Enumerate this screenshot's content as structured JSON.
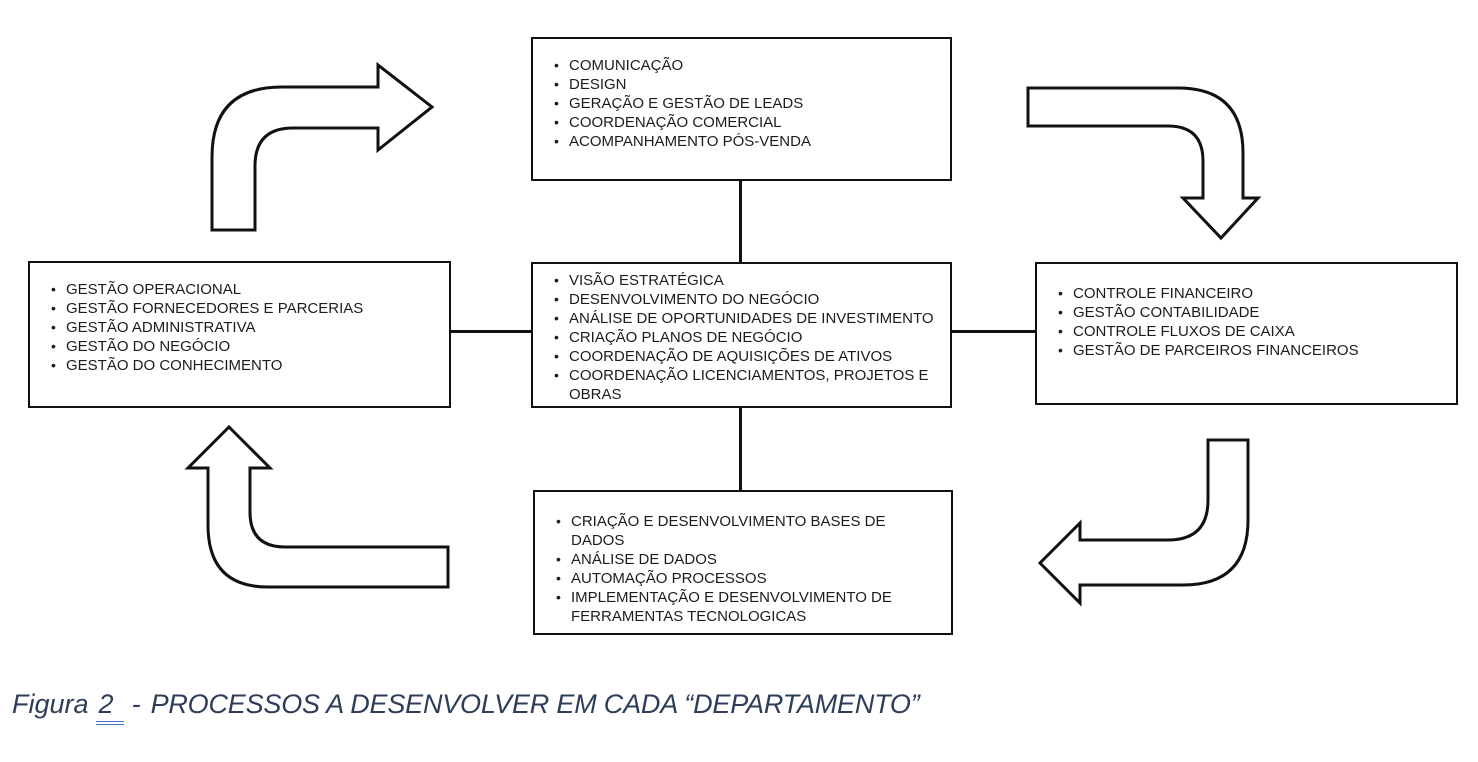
{
  "page": {
    "background_color": "#ffffff",
    "line_color": "#111111",
    "box_border_color": "#111111",
    "box_fill_color": "#ffffff",
    "text_color": "#1c1c1c"
  },
  "diagram": {
    "boxes": {
      "top": {
        "items": [
          "COMUNICAÇÃO",
          "DESIGN",
          "GERAÇÃO E GESTÃO DE LEADS",
          "COORDENAÇÃO COMERCIAL",
          "ACOMPANHAMENTO PÓS-VENDA"
        ]
      },
      "left": {
        "items": [
          "GESTÃO OPERACIONAL",
          "GESTÃO FORNECEDORES E PARCERIAS",
          "GESTÃO ADMINISTRATIVA",
          "GESTÃO DO NEGÓCIO",
          "GESTÃO DO CONHECIMENTO"
        ]
      },
      "center": {
        "items": [
          "VISÃO ESTRATÉGICA",
          "DESENVOLVIMENTO DO NEGÓCIO",
          "ANÁLISE DE OPORTUNIDADES DE INVESTIMENTO",
          "CRIAÇÃO PLANOS DE NEGÓCIO",
          "COORDENAÇÃO DE AQUISIÇÕES DE ATIVOS",
          "COORDENAÇÃO LICENCIAMENTOS, PROJETOS E OBRAS"
        ]
      },
      "right": {
        "items": [
          "CONTROLE FINANCEIRO",
          "GESTÃO CONTABILIDADE",
          "CONTROLE FLUXOS DE CAIXA",
          "GESTÃO DE PARCEIROS FINANCEIROS"
        ]
      },
      "bottom": {
        "items": [
          "CRIAÇÃO E DESENVOLVIMENTO BASES DE DADOS",
          "ANÁLISE DE DADOS",
          "AUTOMAÇÃO PROCESSOS",
          "IMPLEMENTAÇÃO E DESENVOLVIMENTO DE FERRAMENTAS TECNOLOGICAS"
        ]
      }
    },
    "arrows": [
      "curved-arrow-up-to-right",
      "curved-arrow-right-to-down",
      "curved-arrow-down-to-left",
      "curved-arrow-left-to-up"
    ]
  },
  "caption": {
    "prefix": "Figura",
    "number": "2",
    "separator": "-",
    "text": "PROCESSOS A DESENVOLVER EM CADA “DEPARTAMENTO”",
    "text_color": "#2e3d5a",
    "underline_color": "#4472c4"
  }
}
